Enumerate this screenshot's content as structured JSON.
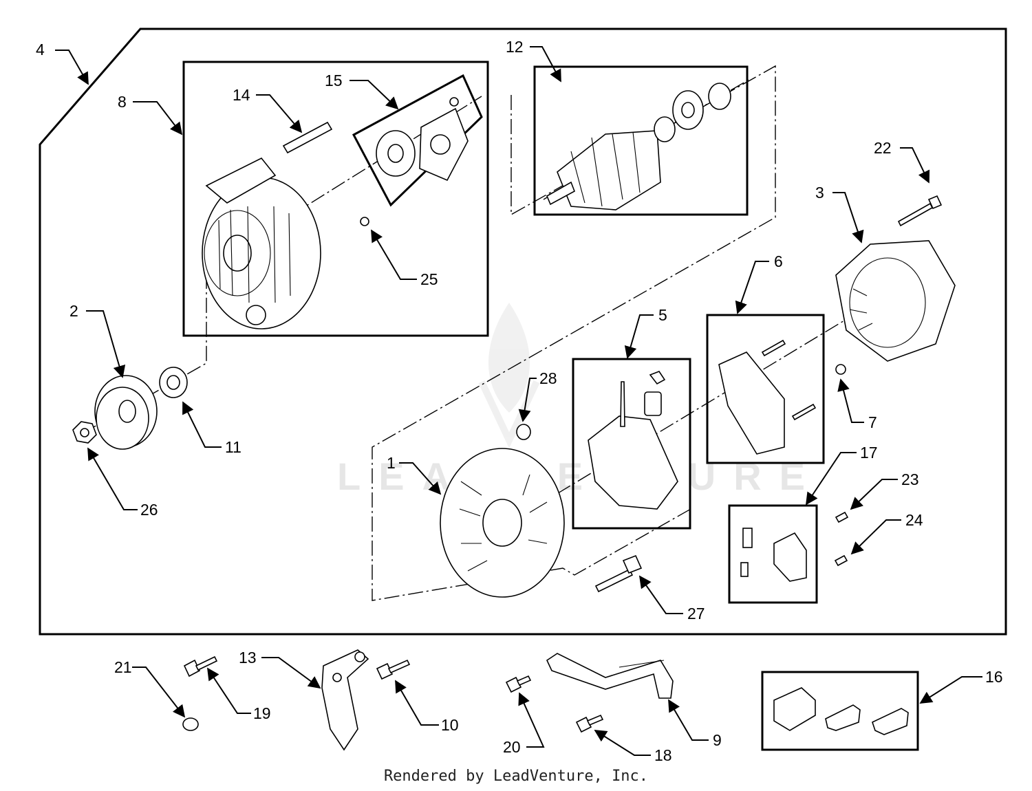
{
  "callouts": [
    {
      "id": "1",
      "label": "1"
    },
    {
      "id": "2",
      "label": "2"
    },
    {
      "id": "3",
      "label": "3"
    },
    {
      "id": "4",
      "label": "4"
    },
    {
      "id": "5",
      "label": "5"
    },
    {
      "id": "6",
      "label": "6"
    },
    {
      "id": "7",
      "label": "7"
    },
    {
      "id": "8",
      "label": "8"
    },
    {
      "id": "9",
      "label": "9"
    },
    {
      "id": "10",
      "label": "10"
    },
    {
      "id": "11",
      "label": "11"
    },
    {
      "id": "12",
      "label": "12"
    },
    {
      "id": "13",
      "label": "13"
    },
    {
      "id": "14",
      "label": "14"
    },
    {
      "id": "15",
      "label": "15"
    },
    {
      "id": "16",
      "label": "16"
    },
    {
      "id": "17",
      "label": "17"
    },
    {
      "id": "18",
      "label": "18"
    },
    {
      "id": "19",
      "label": "19"
    },
    {
      "id": "20",
      "label": "20"
    },
    {
      "id": "21",
      "label": "21"
    },
    {
      "id": "22",
      "label": "22"
    },
    {
      "id": "23",
      "label": "23"
    },
    {
      "id": "24",
      "label": "24"
    },
    {
      "id": "25",
      "label": "25"
    },
    {
      "id": "26",
      "label": "26"
    },
    {
      "id": "27",
      "label": "27"
    },
    {
      "id": "28",
      "label": "28"
    }
  ],
  "watermark": "LEADVENTURE",
  "footer": "Rendered by LeadVenture, Inc."
}
